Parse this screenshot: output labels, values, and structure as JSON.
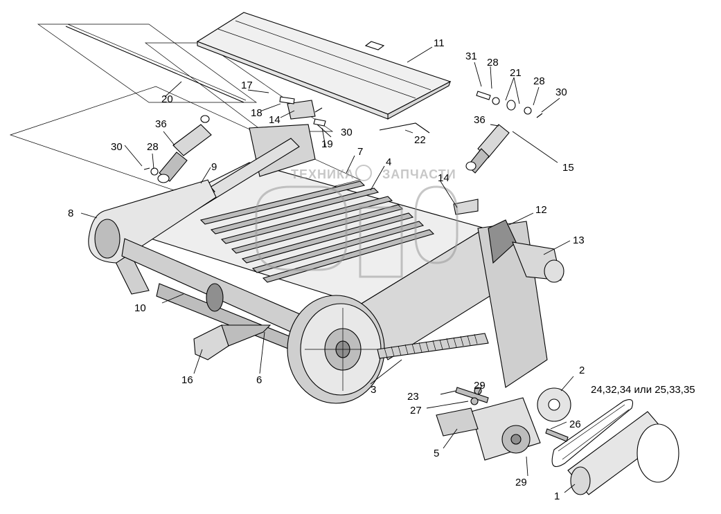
{
  "watermark": {
    "brand_left": "ТЕХНИКА",
    "brand_right": "ЗАПЧАСТИ",
    "color": "#9a9a9a"
  },
  "colors": {
    "line": "#000000",
    "fill_light": "#f0f0f0",
    "fill_mid": "#d8d8d8",
    "fill_dark": "#bdbdbd",
    "fill_deep": "#8f8f8f"
  },
  "callouts": {
    "c1": "1",
    "c2": "2",
    "c3": "3",
    "c4": "4",
    "c5": "5",
    "c6": "6",
    "c7": "7",
    "c8": "8",
    "c9": "9",
    "c10": "10",
    "c11": "11",
    "c12": "12",
    "c13": "13",
    "c14a": "14",
    "c14b": "14",
    "c15": "15",
    "c16": "16",
    "c17": "17",
    "c18": "18",
    "c19": "19",
    "c20": "20",
    "c21": "21",
    "c22": "22",
    "c23": "23",
    "c24": "24,32,34 или 25,33,35",
    "c26": "26",
    "c27": "27",
    "c28a": "28",
    "c28b": "28",
    "c28c": "28",
    "c29a": "29",
    "c29b": "29",
    "c30a": "30",
    "c30b": "30",
    "c30c": "30",
    "c31": "31",
    "c36a": "36",
    "c36b": "36"
  }
}
